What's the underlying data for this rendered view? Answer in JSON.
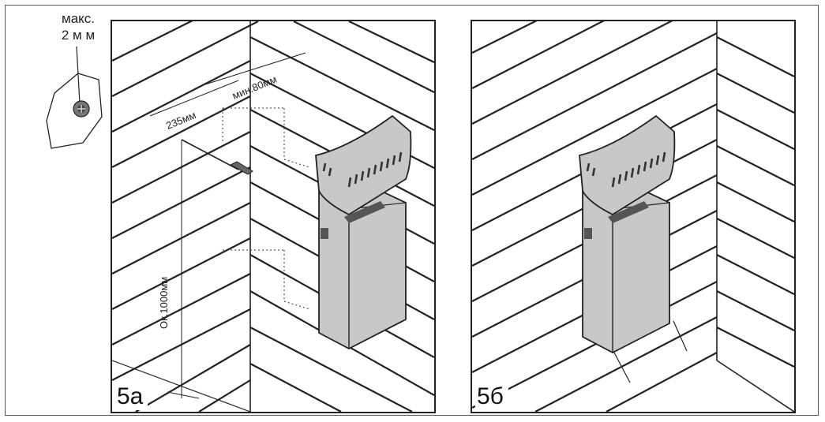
{
  "inset": {
    "line1": "макс.",
    "line2": "2 м м"
  },
  "panel_a": {
    "label": "5a",
    "dim_side": "235мм",
    "dim_top": "мин.80мм",
    "dim_height": "Ок.1000мм"
  },
  "panel_b": {
    "label": "5б"
  },
  "colors": {
    "line": "#222222",
    "heater_fill": "#c8c8c8",
    "heater_dark": "#8a8a8a",
    "background": "#ffffff"
  },
  "icons": [
    "screw-icon",
    "screwdriver-icon",
    "heater-icon"
  ]
}
